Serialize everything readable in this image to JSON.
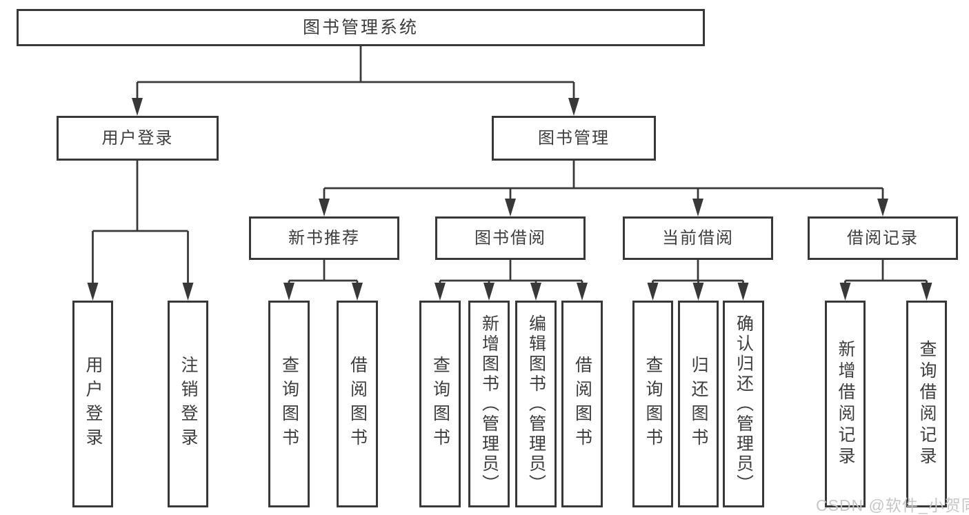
{
  "diagram": {
    "root": {
      "label": "图书管理系统"
    },
    "level2": [
      {
        "label": "用户登录"
      },
      {
        "label": "图书管理"
      }
    ],
    "level3": [
      {
        "label": "新书推荐"
      },
      {
        "label": "图书借阅"
      },
      {
        "label": "当前借阅"
      },
      {
        "label": "借阅记录"
      }
    ],
    "leaves": {
      "user": [
        "用户登录",
        "注销登录"
      ],
      "newbook": [
        "查询图书",
        "借阅图书"
      ],
      "borrow": [
        "查询图书",
        "新增图书（管理员）",
        "编辑图书（管理员）",
        "借阅图书"
      ],
      "current": [
        "查询图书",
        "归还图书",
        "确认归还（管理员）"
      ],
      "records": [
        "新增借阅记录",
        "查询借阅记录"
      ]
    },
    "colors": {
      "line": "#383838",
      "box_border": "#383838",
      "box_fill": "#ffffff",
      "text": "#3d3d3d",
      "background": "#ffffff",
      "watermark": "#c3c3c3"
    }
  },
  "watermark": {
    "text": "CSDN @软件_小贺同学"
  }
}
